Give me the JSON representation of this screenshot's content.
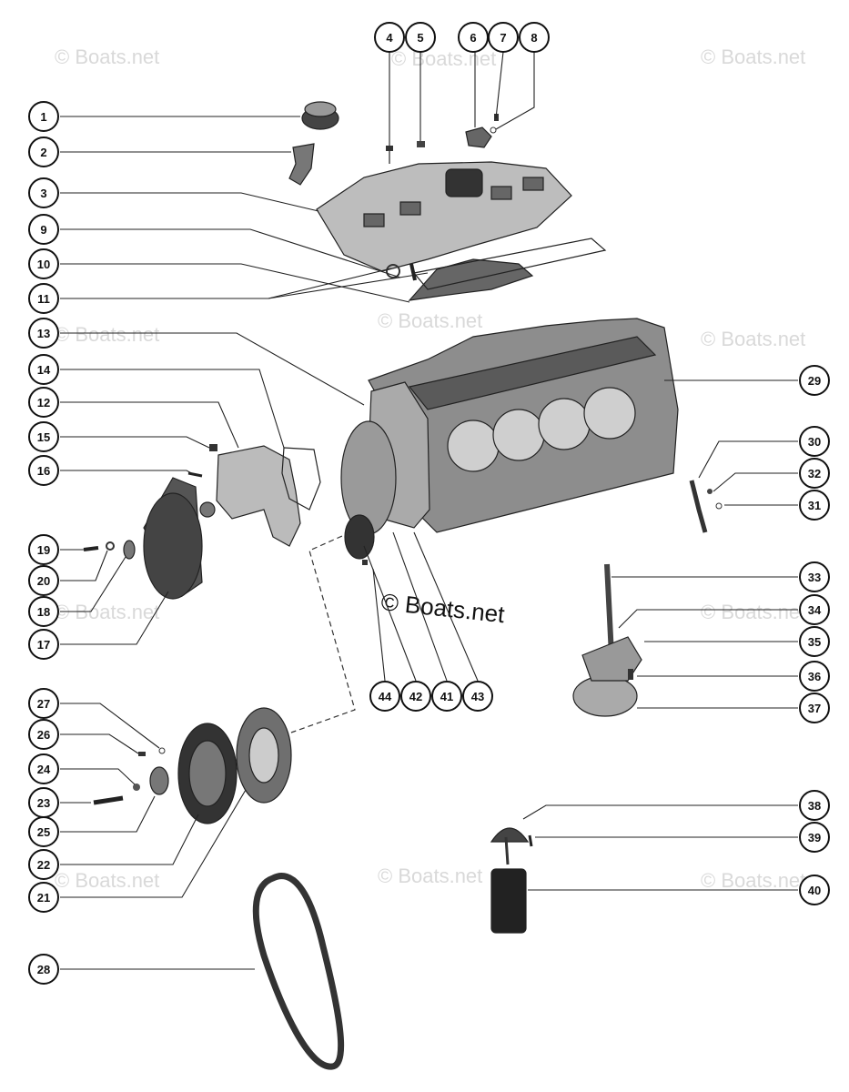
{
  "watermark": {
    "text": "© Boats.net",
    "center_text": "© Boats.net"
  },
  "callouts": {
    "c1": "1",
    "c2": "2",
    "c3": "3",
    "c4": "4",
    "c5": "5",
    "c6": "6",
    "c7": "7",
    "c8": "8",
    "c9": "9",
    "c10": "10",
    "c11": "11",
    "c12": "12",
    "c13": "13",
    "c14": "14",
    "c15": "15",
    "c16": "16",
    "c17": "17",
    "c18": "18",
    "c19": "19",
    "c20": "20",
    "c21": "21",
    "c22": "22",
    "c23": "23",
    "c24": "24",
    "c25": "25",
    "c26": "26",
    "c27": "27",
    "c28": "28",
    "c29": "29",
    "c30": "30",
    "c31": "31",
    "c32": "32",
    "c33": "33",
    "c34": "34",
    "c35": "35",
    "c36": "36",
    "c37": "37",
    "c38": "38",
    "c39": "39",
    "c40": "40",
    "c41": "41",
    "c42": "42",
    "c43": "43",
    "c44": "44"
  }
}
